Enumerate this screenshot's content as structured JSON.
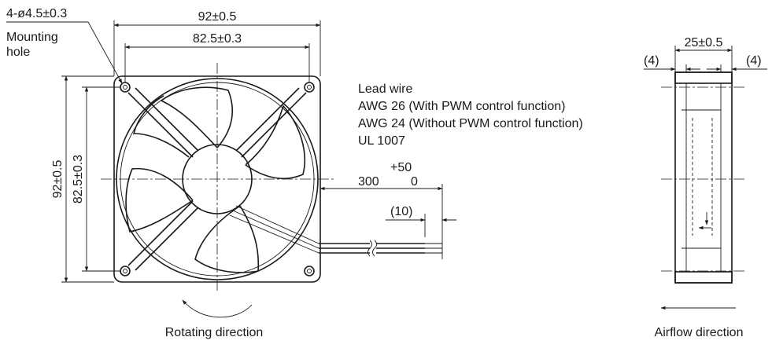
{
  "front_view": {
    "mounting_hole_spec": "4-ø4.5±0.3",
    "mounting_hole_label_line1": "Mounting",
    "mounting_hole_label_line2": "hole",
    "overall_width": "92±0.5",
    "hole_pitch_width": "82.5±0.3",
    "overall_height": "92±0.5",
    "hole_pitch_height": "82.5±0.3",
    "rotating_direction_label": "Rotating direction"
  },
  "lead_wire": {
    "title": "Lead wire",
    "line1": "AWG 26 (With PWM control function)",
    "line2": "AWG 24 (Without PWM control function)",
    "line3": "UL 1007",
    "length_nominal": "300",
    "tolerance_upper": "+50",
    "tolerance_lower": "0",
    "strip_length": "(10)"
  },
  "side_view": {
    "depth": "25±0.5",
    "flange_left": "(4)",
    "flange_right": "(4)",
    "airflow_direction_label": "Airflow direction"
  }
}
